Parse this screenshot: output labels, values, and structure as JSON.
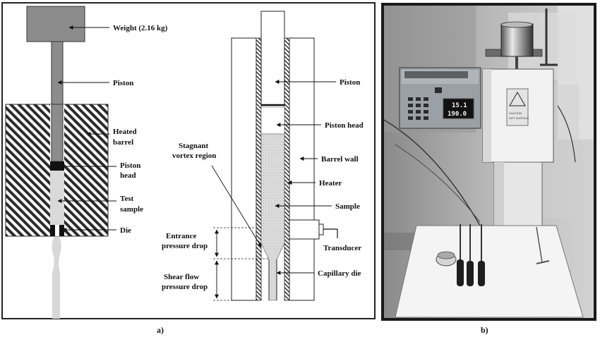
{
  "panel_a": {
    "caption": "a)",
    "left_labels": {
      "weight": "Weight (2.16 kg)",
      "piston": "Piston",
      "heated_barrel_line1": "Heated",
      "heated_barrel_line2": "barrel",
      "piston_head_line1": "Piston",
      "piston_head_line2": "head",
      "test_sample_line1": "Test",
      "test_sample_line2": "sample",
      "die": "Die"
    },
    "right_labels": {
      "piston": "Piston",
      "piston_head": "Piston head",
      "stagnant_line1": "Stagnant",
      "stagnant_line2": "vortex region",
      "barrel_wall": "Barrel wall",
      "heater": "Heater",
      "sample": "Sample",
      "entrance_line1": "Entrance",
      "entrance_line2": "pressure drop",
      "transducer": "Transducer",
      "shear_line1": "Shear flow",
      "shear_line2": "pressure drop",
      "capillary_die": "Capillary die"
    }
  },
  "panel_b": {
    "caption": "b)",
    "display_line1": "15.1",
    "display_line2": "190.0",
    "warning_line1": "CAUTION",
    "warning_line2": "HOT SURFACE"
  }
}
